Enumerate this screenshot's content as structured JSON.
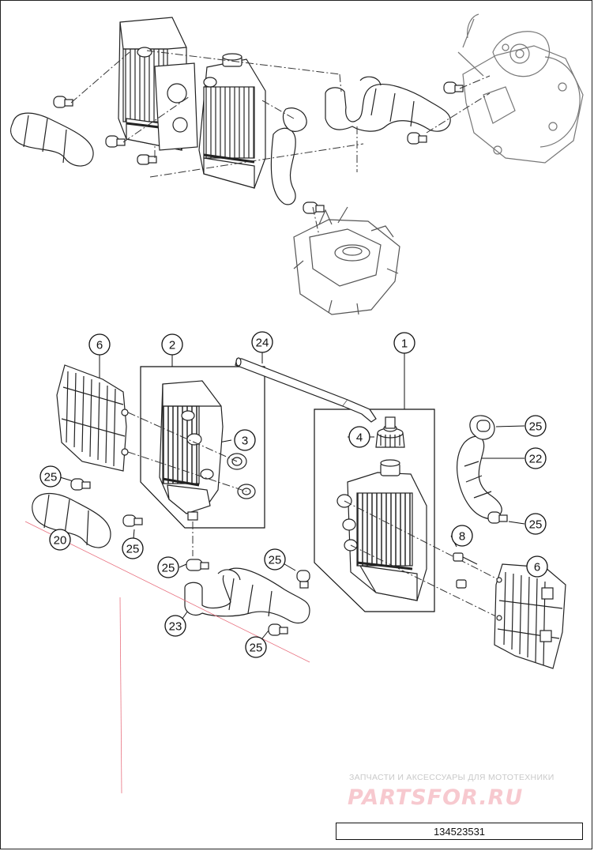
{
  "diagram": {
    "callouts": [
      "1",
      "2",
      "3",
      "4",
      "6",
      "6",
      "8",
      "20",
      "22",
      "23",
      "24",
      "25",
      "25",
      "25",
      "25",
      "25",
      "25",
      "25"
    ]
  },
  "watermark": {
    "tagline": "ЗАПЧАСТИ И АКСЕССУАРЫ ДЛЯ МОТОТЕХНИКИ",
    "logo": "PARTSFOR.RU"
  },
  "document": {
    "number": "134523531"
  },
  "colors": {
    "line": "#111111",
    "faint": "#c4c4c4",
    "accent_line": "#e8707f"
  }
}
